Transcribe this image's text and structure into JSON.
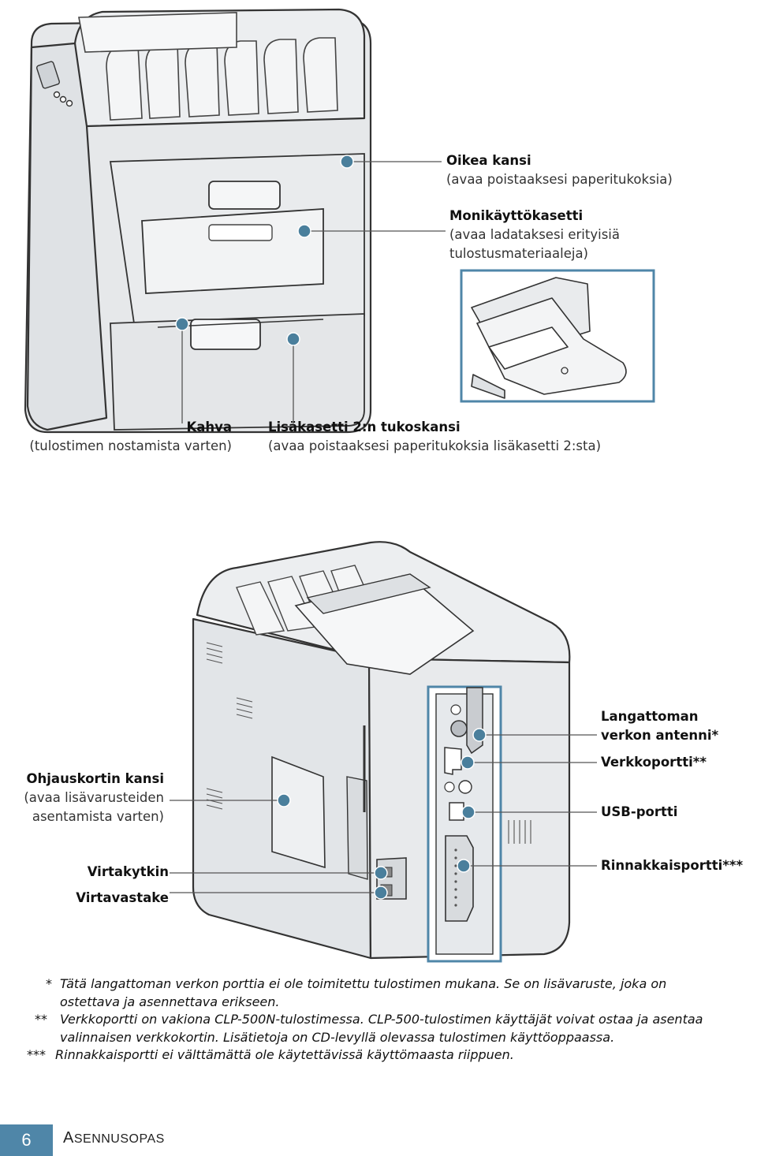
{
  "top_labels": {
    "right_cover": {
      "title": "Oikea kansi",
      "desc": "(avaa poistaaksesi paperitukoksia)"
    },
    "mp_tray": {
      "title": "Monikäyttökasetti",
      "desc_line1": "(avaa ladataksesi erityisiä",
      "desc_line2": "tulostusmateriaaleja)"
    },
    "handle": {
      "title": "Kahva",
      "desc": "(tulostimen nostamista varten)"
    },
    "tray2_cover": {
      "title": "Lisäkasetti 2:n tukoskansi",
      "desc": "(avaa poistaaksesi paperitukoksia lisäkasetti 2:sta)"
    }
  },
  "bottom_labels": {
    "control_board": {
      "title": "Ohjauskortin kansi",
      "desc_line1": "(avaa lisävarusteiden",
      "desc_line2": "asentamista varten)"
    },
    "power_switch": "Virtakytkin",
    "power_receptacle": "Virtavastake",
    "antenna": {
      "line1": "Langattoman",
      "line2": "verkon antenni*"
    },
    "network_port": "Verkkoportti**",
    "usb_port": "USB-portti",
    "parallel_port": "Rinnakkaisportti***"
  },
  "notes": [
    {
      "mark": "*",
      "line1": "Tätä langattoman verkon porttia ei ole toimitettu tulostimen mukana. Se on lisävaruste, joka on",
      "line2": "ostettava ja asennettava erikseen."
    },
    {
      "mark": "**",
      "line1": "Verkkoportti on vakiona CLP-500N-tulostimessa. CLP-500-tulostimen käyttäjät voivat ostaa ja asentaa",
      "line2": "valinnaisen verkkokortin. Lisätietoja on CD-levyllä olevassa tulostimen käyttöoppaassa."
    },
    {
      "mark": "***",
      "line1": "Rinnakkaisportti ei välttämättä ole käytettävissä käyttömaasta riippuen.",
      "line2": ""
    }
  ],
  "footer": {
    "page_number": "6",
    "title_initial": "A",
    "title_rest": "SENNUSOPAS"
  },
  "colors": {
    "accent": "#4f86a8",
    "dot": "#4a7f9c",
    "outline": "#333333",
    "body": "#e6e8ea"
  }
}
